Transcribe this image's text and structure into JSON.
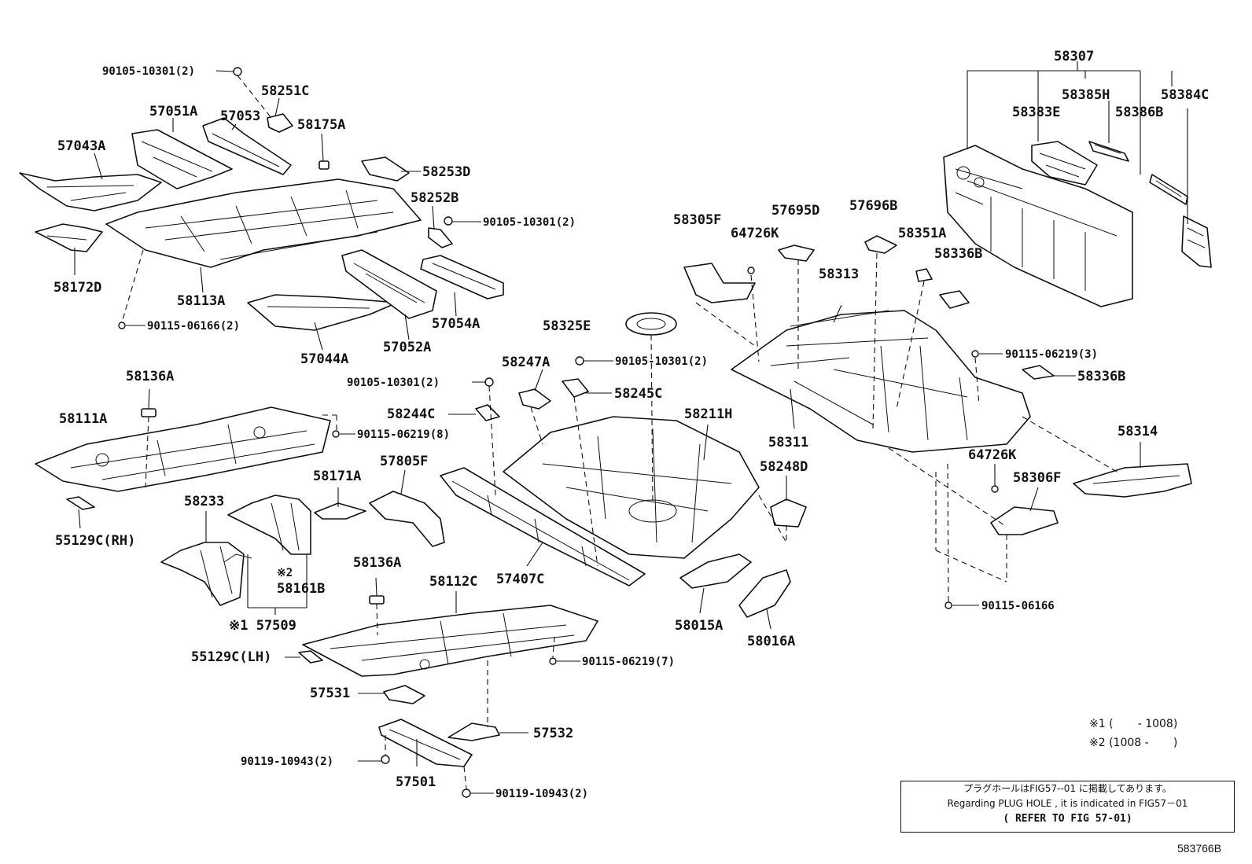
{
  "parts": {
    "p58307": "58307",
    "p58385H": "58385H",
    "p58384C": "58384C",
    "p58383E": "58383E",
    "p58386B": "58386B",
    "b90105_10301_a": "90105-10301(2)",
    "p58251C": "58251C",
    "p57051A": "57051A",
    "p57053": "57053",
    "p58175A": "58175A",
    "p57043A": "57043A",
    "p58253D": "58253D",
    "p58252B": "58252B",
    "b90105_10301_b": "90105-10301(2)",
    "p58172D": "58172D",
    "p58113A": "58113A",
    "b90115_06166_a": "90115-06166(2)",
    "p57044A": "57044A",
    "p57052A": "57052A",
    "p57054A": "57054A",
    "p58305F": "58305F",
    "p64726K_a": "64726K",
    "p57695D": "57695D",
    "p57696B": "57696B",
    "p58351A": "58351A",
    "p58336B_a": "58336B",
    "p58313": "58313",
    "p58325E": "58325E",
    "b90115_06219_3": "90115-06219(3)",
    "p58336B_b": "58336B",
    "p58136A_a": "58136A",
    "p58247A": "58247A",
    "b90105_10301_c": "90105-10301(2)",
    "b90105_10301_d": "90105-10301(2)",
    "p58245C": "58245C",
    "p58244C": "58244C",
    "p58111A": "58111A",
    "p58211H": "58211H",
    "p58311": "58311",
    "b90115_06219_8": "90115-06219(8)",
    "p58314": "58314",
    "p64726K_b": "64726K",
    "p58171A": "58171A",
    "p57805F": "57805F",
    "p58248D": "58248D",
    "p58306F": "58306F",
    "p55129C_RH": "55129C(RH)",
    "p58233": "58233",
    "p58161B_mark": "※2",
    "p58161B": "58161B",
    "p58136A_b": "58136A",
    "p58112C": "58112C",
    "p57407C": "57407C",
    "p58015A": "58015A",
    "p58016A": "58016A",
    "b90115_06166_b": "90115-06166",
    "p57509": "※1 57509",
    "p55129C_LH": "55129C(LH)",
    "b90115_06219_7": "90115-06219(7)",
    "p57531": "57531",
    "p57532": "57532",
    "b90119_10943_a": "90119-10943(2)",
    "p57501": "57501",
    "b90119_10943_b": "90119-10943(2)"
  },
  "legend": {
    "note1": "※1 (       - 1008)",
    "note2": "※2 (1008 -       )"
  },
  "note": {
    "line_ja": "プラグホールはFIG57--01 に掲載してあります。",
    "line_en": "Regarding PLUG HOLE , it is indicated in FIG57－01",
    "line_ref": "( REFER TO FIG 57-01)"
  },
  "figure_id": "583766B"
}
